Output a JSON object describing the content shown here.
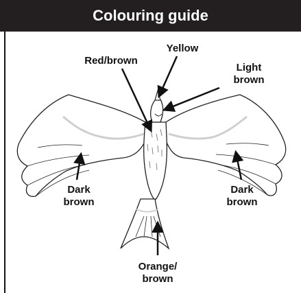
{
  "header": {
    "title": "Colouring guide"
  },
  "labels": {
    "yellow": "Yellow",
    "red_brown": "Red/brown",
    "light_brown": "Light\nbrown",
    "dark_brown_left": "Dark\nbrown",
    "dark_brown_right": "Dark\nbrown",
    "orange_brown": "Orange/\nbrown"
  },
  "colors": {
    "header_bg": "#231f20",
    "header_text": "#ffffff",
    "stripe": "#cfcfcf",
    "outline": "#222222"
  }
}
